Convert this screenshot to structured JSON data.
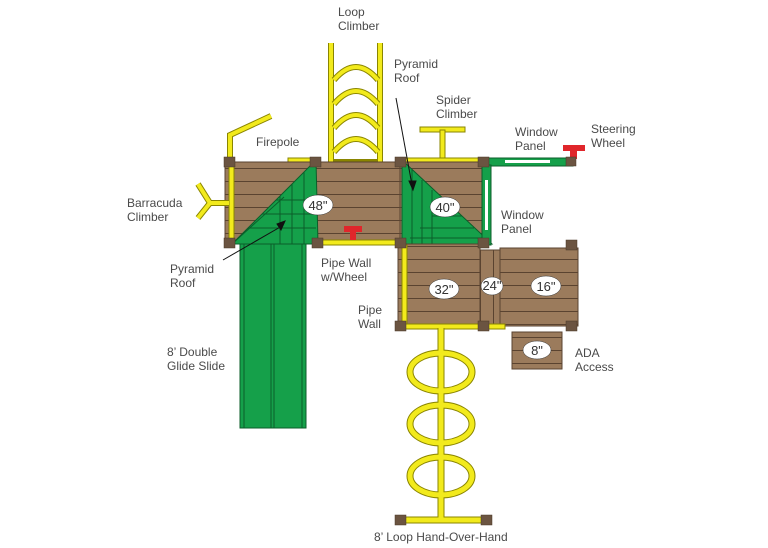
{
  "colors": {
    "wood": "#9b7b5c",
    "wood_line": "#5a4330",
    "post": "#6b5441",
    "pipe": "#f2ea1c",
    "pipe_outline": "#8a8500",
    "green": "#15a04a",
    "green_dark": "#0b5e2a",
    "red": "#e0262b",
    "badge": "#ffffff"
  },
  "labels": {
    "loop_climber": "Loop\nClimber",
    "pyramid_roof_top": "Pyramid\nRoof",
    "spider_climber": "Spider\nClimber",
    "firepole": "Firepole",
    "window_panel_top": "Window\nPanel",
    "steering_wheel": "Steering\nWheel",
    "barracuda_climber": "Barracuda\nClimber",
    "window_panel_side": "Window\nPanel",
    "pyramid_roof_left": "Pyramid\nRoof",
    "pipe_wall_wheel": "Pipe Wall\nw/Wheel",
    "pipe_wall": "Pipe\nWall",
    "double_glide_slide": "8’ Double\nGlide Slide",
    "ada_access": "ADA\nAccess",
    "loop_hand_over_hand": "8’ Loop Hand-Over-Hand"
  },
  "deck_heights": {
    "main_left": "48\"",
    "tower_right": "40\"",
    "lower_deck": "32\"",
    "step": "24\"",
    "landing": "16\"",
    "ada": "8\""
  }
}
